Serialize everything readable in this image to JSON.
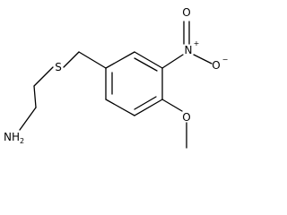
{
  "molecule": {
    "atoms": {
      "sulfur": "S",
      "nitro_nitrogen": "N",
      "nitro_nitrogen_charge": "+",
      "nitro_oxygen_top": "O",
      "nitro_oxygen_right": "O",
      "nitro_oxygen_right_charge": "−",
      "methoxy_oxygen": "O",
      "amine_nitrogen": "NH",
      "amine_subscript": "2"
    }
  }
}
